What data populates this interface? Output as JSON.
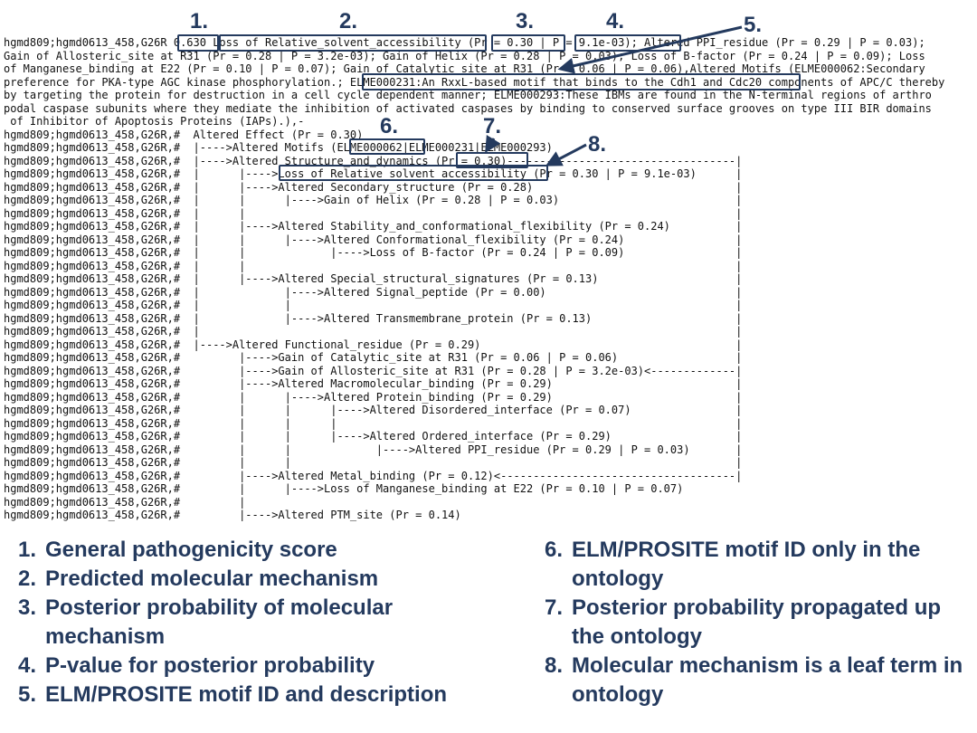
{
  "output_lines": [
    "hgmd809;hgmd0613_458,G26R 0.630 Loss of Relative_solvent_accessibility (Pr = 0.30 | P = 9.1e-03); Altered PPI_residue (Pr = 0.29 | P = 0.03);",
    "Gain of Allosteric_site at R31 (Pr = 0.28 | P = 3.2e-03); Gain of Helix (Pr = 0.28 | P = 0.03); Loss of B-factor (Pr = 0.24 | P = 0.09); Loss",
    "of Manganese_binding at E22 (Pr = 0.10 | P = 0.07); Gain of Catalytic site at R31 (Pr = 0.06 | P = 0.06),Altered Motifs (ELME000062:Secondary",
    "preference for PKA-type AGC kinase phosphorylation.; ELME000231:An RxxL-based motif that binds to the Cdh1 and Cdc20 components of APC/C thereby",
    "by targeting the protein for destruction in a cell cycle dependent manner; ELME000293:These IBMs are found in the N-terminal regions of arthro",
    "podal caspase subunits where they mediate the inhibition of activated caspases by binding to conserved surface grooves on type III BIR domains",
    " of Inhibitor of Apoptosis Proteins (IAPs).),-",
    "hgmd809;hgmd0613_458,G26R,#  Altered Effect (Pr = 0.30)",
    "hgmd809;hgmd0613_458,G26R,#  |---->Altered Motifs (ELME000062|ELME000231|ELME000293)",
    "hgmd809;hgmd0613_458,G26R,#  |---->Altered Structure_and_dynamics (Pr = 0.30)-----------------------------------|",
    "hgmd809;hgmd0613_458,G26R,#  |      |---->Loss of Relative_solvent_accessibility (Pr = 0.30 | P = 9.1e-03)      |",
    "hgmd809;hgmd0613_458,G26R,#  |      |---->Altered Secondary_structure (Pr = 0.28)                               |",
    "hgmd809;hgmd0613_458,G26R,#  |      |      |---->Gain of Helix (Pr = 0.28 | P = 0.03)                           |",
    "hgmd809;hgmd0613_458,G26R,#  |      |                                                                           |",
    "hgmd809;hgmd0613_458,G26R,#  |      |---->Altered Stability_and_conformational_flexibility (Pr = 0.24)          |",
    "hgmd809;hgmd0613_458,G26R,#  |      |      |---->Altered Conformational_flexibility (Pr = 0.24)                 |",
    "hgmd809;hgmd0613_458,G26R,#  |      |             |---->Loss of B-factor (Pr = 0.24 | P = 0.09)                 |",
    "hgmd809;hgmd0613_458,G26R,#  |      |                                                                           |",
    "hgmd809;hgmd0613_458,G26R,#  |      |---->Altered Special_structural_signatures (Pr = 0.13)                     |",
    "hgmd809;hgmd0613_458,G26R,#  |             |---->Altered Signal_peptide (Pr = 0.00)                             |",
    "hgmd809;hgmd0613_458,G26R,#  |             |                                                                    |",
    "hgmd809;hgmd0613_458,G26R,#  |             |---->Altered Transmembrane_protein (Pr = 0.13)                      |",
    "hgmd809;hgmd0613_458,G26R,#  |                                                                                  |",
    "hgmd809;hgmd0613_458,G26R,#  |---->Altered Functional_residue (Pr = 0.29)                                       |",
    "hgmd809;hgmd0613_458,G26R,#         |---->Gain of Catalytic_site at R31 (Pr = 0.06 | P = 0.06)                  |",
    "hgmd809;hgmd0613_458,G26R,#         |---->Gain of Allosteric_site at R31 (Pr = 0.28 | P = 3.2e-03)<-------------|",
    "hgmd809;hgmd0613_458,G26R,#         |---->Altered Macromolecular_binding (Pr = 0.29)                            |",
    "hgmd809;hgmd0613_458,G26R,#         |      |---->Altered Protein_binding (Pr = 0.29)                            |",
    "hgmd809;hgmd0613_458,G26R,#         |      |      |---->Altered Disordered_interface (Pr = 0.07)                |",
    "hgmd809;hgmd0613_458,G26R,#         |      |      |                                                             |",
    "hgmd809;hgmd0613_458,G26R,#         |      |      |---->Altered Ordered_interface (Pr = 0.29)                   |",
    "hgmd809;hgmd0613_458,G26R,#         |      |             |---->Altered PPI_residue (Pr = 0.29 | P = 0.03)       |",
    "hgmd809;hgmd0613_458,G26R,#         |      |                                                                    |",
    "hgmd809;hgmd0613_458,G26R,#         |---->Altered Metal_binding (Pr = 0.12)<------------------------------------|",
    "hgmd809;hgmd0613_458,G26R,#         |      |---->Loss of Manganese_binding at E22 (Pr = 0.10 | P = 0.07)",
    "hgmd809;hgmd0613_458,G26R,#         |",
    "hgmd809;hgmd0613_458,G26R,#         |---->Altered PTM_site (Pr = 0.14)"
  ],
  "callout_numbers": [
    "1.",
    "2.",
    "3.",
    "4.",
    "5.",
    "6.",
    "7.",
    "8."
  ],
  "legend": [
    {
      "n": "1.",
      "text": "General pathogenicity score"
    },
    {
      "n": "2.",
      "text": "Predicted molecular mechanism"
    },
    {
      "n": "3.",
      "text": "Posterior probability of molecular mechanism"
    },
    {
      "n": "4.",
      "text": "P-value for posterior probability"
    },
    {
      "n": "5.",
      "text": "ELM/PROSITE motif ID and description"
    },
    {
      "n": "6.",
      "text": "ELM/PROSITE motif ID only in the ontology"
    },
    {
      "n": "7.",
      "text": "Posterior probability propagated up the ontology"
    },
    {
      "n": "8.",
      "text": "Molecular mechanism is a leaf term in ontology"
    }
  ],
  "colors": {
    "accent": "#243a5e",
    "text": "#111111"
  }
}
